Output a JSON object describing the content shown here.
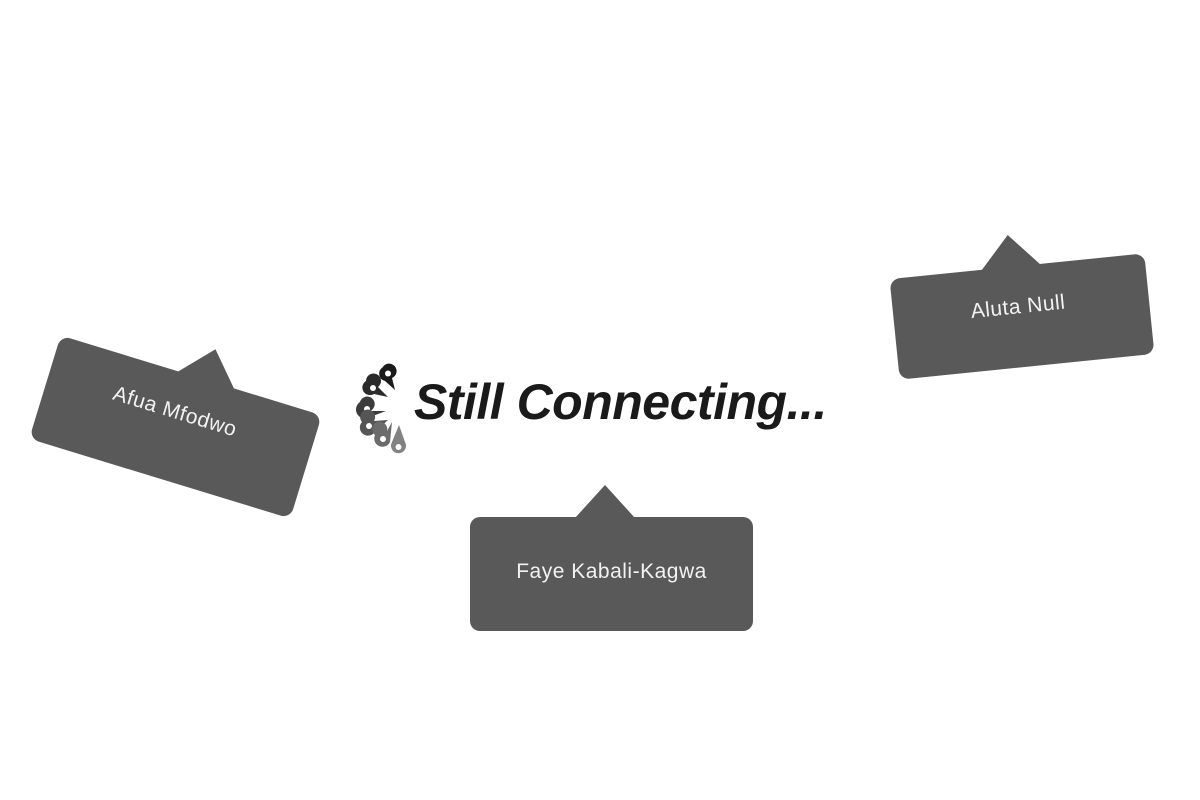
{
  "status": {
    "message": "Still Connecting...",
    "spinner_icon": "map-pin-spinner-icon",
    "spinner_colors": [
      "#1a1a1a",
      "#2b2b2b",
      "#3c3c3c",
      "#555555",
      "#6b6b6b",
      "#828282"
    ]
  },
  "participants": [
    {
      "name": "Afua Mfodwo",
      "position": "left"
    },
    {
      "name": "Faye Kabali-Kagwa",
      "position": "bottom"
    },
    {
      "name": "Aluta Null",
      "position": "right"
    }
  ],
  "colors": {
    "background": "#ffffff",
    "tag_fill": "#595959",
    "tag_text": "#f2f2f2",
    "status_text": "#1a1a1a"
  }
}
